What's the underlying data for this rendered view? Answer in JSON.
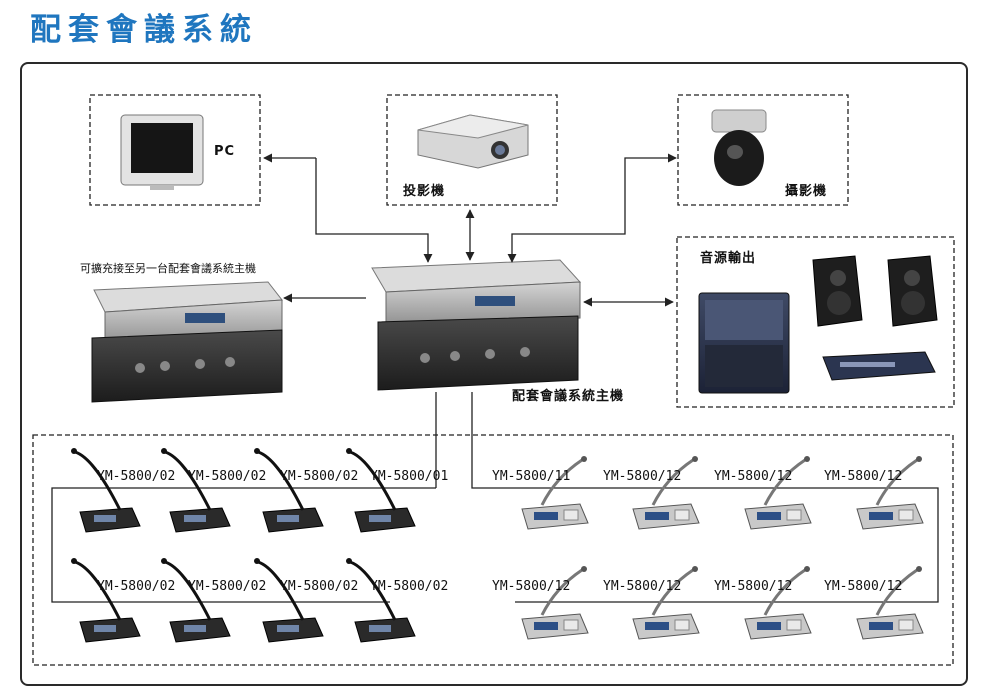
{
  "title": "配套會議系統",
  "devices": {
    "pc_label": "PC",
    "projector_label": "投影機",
    "camera_label": "攝影機",
    "audio_label": "音源輸出",
    "expand_label": "可擴充接至另一台配套會議系統主機",
    "main_label": "配套會議系統主機"
  },
  "mic_labels": {
    "left_top": [
      "YM-5800/02",
      "YM-5800/02",
      "YM-5800/02",
      "YM-5800/01"
    ],
    "left_bottom": [
      "YM-5800/02",
      "YM-5800/02",
      "YM-5800/02",
      "YM-5800/02"
    ],
    "right_top": [
      "YM-5800/11",
      "YM-5800/12",
      "YM-5800/12",
      "YM-5800/12"
    ],
    "right_bottom": [
      "YM-5800/12",
      "YM-5800/12",
      "YM-5800/12",
      "YM-5800/12"
    ]
  },
  "colors": {
    "title": "#1f76bf",
    "device_dark": "#2b2b2b",
    "device_light": "#b9b9b9",
    "border": "#2a2a2a"
  }
}
